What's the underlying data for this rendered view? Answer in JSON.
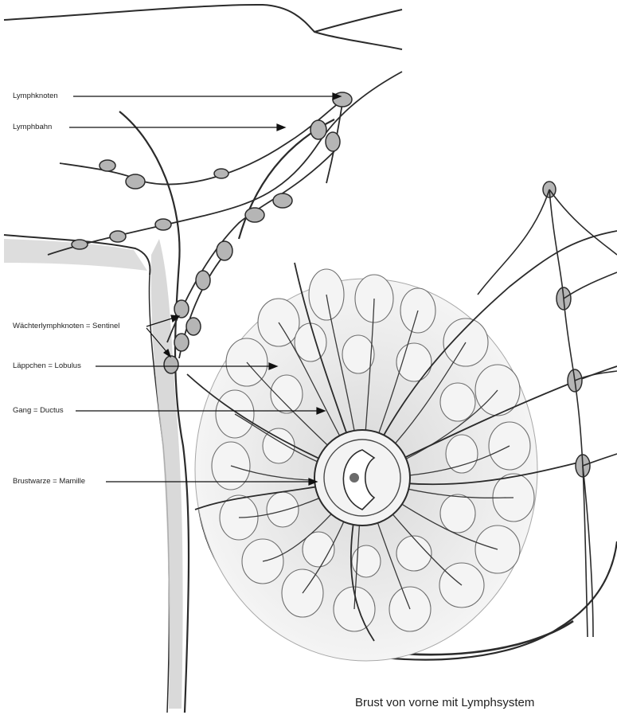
{
  "labels": {
    "lymph_node": "Lymphknoten",
    "lymph_vessel": "Lymphbahn",
    "sentinel": "Wächterlymphknoten = Sentinel",
    "lobule": "Läppchen = Lobulus",
    "duct": "Gang = Ductus",
    "nipple": "Brustwarze = Mamille"
  },
  "caption": "Brust von vorne mit Lymphsystem",
  "colors": {
    "ink": "#2b2b2b",
    "shade": "#8a8a8a",
    "lobule_fill": "#efefef",
    "skin_shadow": "#cfcfcf"
  }
}
